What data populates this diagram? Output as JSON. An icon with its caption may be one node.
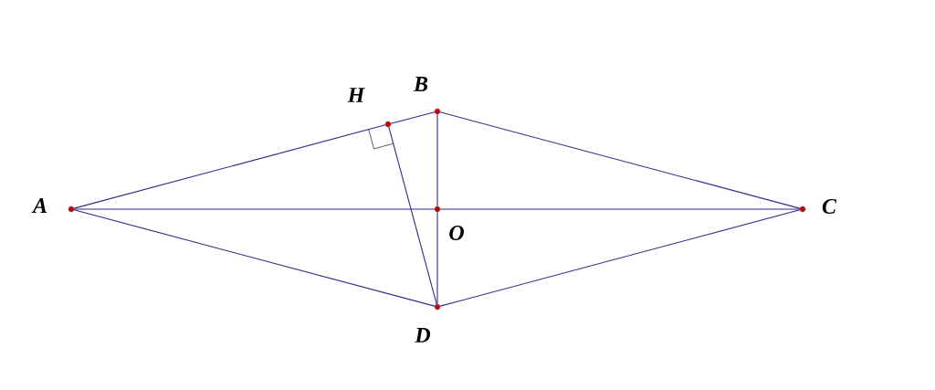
{
  "diagram": {
    "nodes": [
      {
        "text": [
          "A"
        ]
      },
      {
        "text": [
          "B"
        ]
      },
      {
        "text": [
          "C"
        ]
      },
      {
        "text": [
          "D"
        ]
      },
      {
        "text": [
          "O"
        ]
      },
      {
        "text": [
          "H"
        ]
      }
    ],
    "edges": [
      {
        "from": 0,
        "to": 5,
        "arrow": "none"
      },
      {
        "from": 5,
        "to": 1,
        "arrow": "none"
      },
      {
        "from": 1,
        "to": 2,
        "arrow": "none"
      },
      {
        "from": 2,
        "to": 3,
        "arrow": "none"
      },
      {
        "from": 3,
        "to": 0,
        "arrow": "none"
      },
      {
        "from": 0,
        "to": 4,
        "arrow": "none"
      },
      {
        "from": 4,
        "to": 2,
        "arrow": "none"
      },
      {
        "from": 1,
        "to": 4,
        "arrow": "none"
      },
      {
        "from": 4,
        "to": 3,
        "arrow": "none"
      },
      {
        "from": 3,
        "to": 5,
        "arrow": "none"
      }
    ]
  }
}
